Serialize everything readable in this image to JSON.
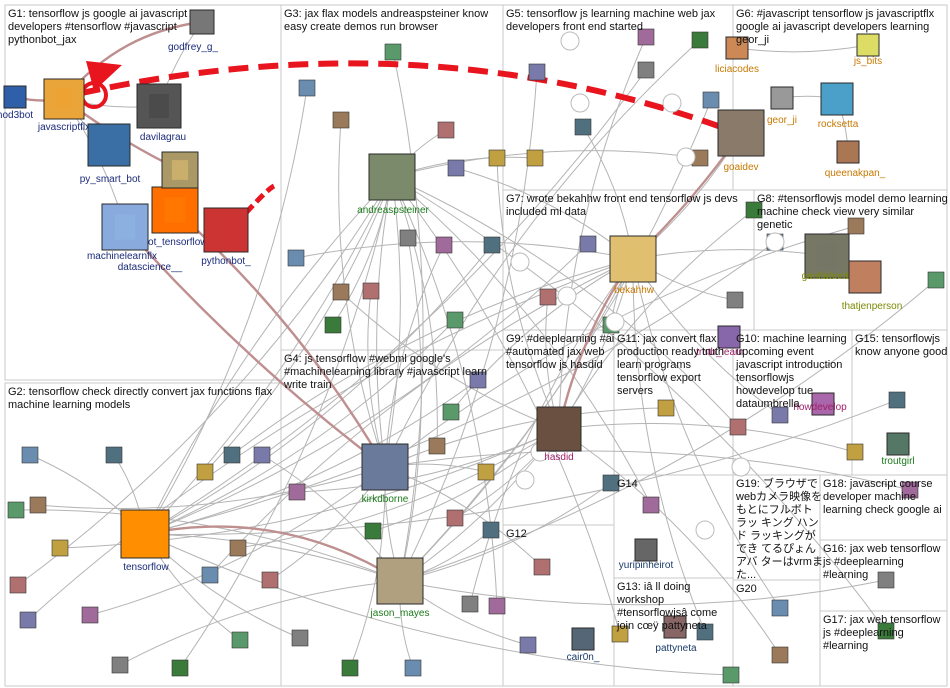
{
  "colors": {
    "edge": "#b4b4b4",
    "edge_strong": "#bf8f8f",
    "highlight": "#e8141e",
    "group_box": "#c8c8c8"
  },
  "groups": [
    {
      "id": "G1",
      "label": "G1: tensorflow js google ai javascript developers #tensorflow #javascript pythonbot_jax"
    },
    {
      "id": "G2",
      "label": "G2: tensorflow check directly convert jax functions flax machine learning models"
    },
    {
      "id": "G3",
      "label": "G3: jax flax models andreaspsteiner know easy create demos run browser"
    },
    {
      "id": "G4",
      "label": "G4: js tensorflow #webml google's #machinelearning library #javascript learn write train"
    },
    {
      "id": "G5",
      "label": "G5: tensorflow js learning machine web jax developers front end started"
    },
    {
      "id": "G6",
      "label": "G6: #javascript tensorflow js javascriptflx google ai javascript developers learning geor_ji"
    },
    {
      "id": "G7",
      "label": "G7: wrote bekahhw front end tensorflow js devs included ml data"
    },
    {
      "id": "G8",
      "label": "G8: #tensorflowjs model demo learning machine check view very similar genetic"
    },
    {
      "id": "G9",
      "label": "G9: #deeplearning #ai #automated jax web tensorflow js hasdid"
    },
    {
      "id": "G10",
      "label": "G10: machine learning upcoming event javascript introduction tensorflowjs howdevelop tue dataumbrella"
    },
    {
      "id": "G11",
      "label": "G11: jax convert flax production ready truth learn programs tensorflow export servers"
    },
    {
      "id": "G12",
      "label": "G12"
    },
    {
      "id": "G13",
      "label": "G13: iâ ll doing workshop #tensorflowjsâ come join cœÿ pattyneta"
    },
    {
      "id": "G14",
      "label": "G14"
    },
    {
      "id": "G15",
      "label": "G15: tensorflowjs know anyone good"
    },
    {
      "id": "G16",
      "label": "G16: jax web tensorflow js #deeplearning #learning"
    },
    {
      "id": "G17",
      "label": "G17: jax web tensorflow js #deeplearning #learning"
    },
    {
      "id": "G18",
      "label": "G18: javascript course developer machine learning check google ai"
    },
    {
      "id": "G19",
      "label": "G19: ブラウザで webカメラ映像を もとにフルボトラッ キング ハンド ラッキングができ てるぴょん アバ ターはvrmまた..."
    },
    {
      "id": "G20",
      "label": "G20"
    }
  ],
  "nodes": [
    {
      "id": "nod3bot",
      "label": "nod3bot",
      "color": "#2f5fa8"
    },
    {
      "id": "javascriptflx",
      "label": "javascriptflx",
      "color": "#e9a53a"
    },
    {
      "id": "godfrey_g_",
      "label": "godfrey_g_",
      "color": "#777777"
    },
    {
      "id": "davilagrau",
      "label": "davilagrau",
      "color": "#555555"
    },
    {
      "id": "py_smart_bot",
      "label": "py_smart_bot",
      "color": "#3a6fa6"
    },
    {
      "id": "pythonbot_tensorflow",
      "label": "pythonbot_tensorflow",
      "color": "#ff6f00"
    },
    {
      "id": "machinelearnflx",
      "label": "machinelearnflx",
      "color": "#88aadd"
    },
    {
      "id": "datascience__",
      "label": "datascience__",
      "color": "#aa9966"
    },
    {
      "id": "pythonbot_",
      "label": "pythonbot_",
      "color": "#cc3333"
    },
    {
      "id": "andreaspsteiner",
      "label": "andreaspsteiner",
      "color": "#7a8a6a"
    },
    {
      "id": "kirkdborne",
      "label": "kirkdborne",
      "color": "#6a7a9a"
    },
    {
      "id": "jason_mayes",
      "label": "jason_mayes",
      "color": "#b0a080"
    },
    {
      "id": "tensorflow",
      "label": "tensorflow",
      "color": "#ff8f00"
    },
    {
      "id": "goaidev",
      "label": "goaidev",
      "color": "#8a7a6a"
    },
    {
      "id": "liciacodes",
      "label": "liciacodes",
      "color": "#cc8855"
    },
    {
      "id": "js_bits",
      "label": "js_bits",
      "color": "#dddd66"
    },
    {
      "id": "geor_ji",
      "label": "geor_ji",
      "color": "#999999"
    },
    {
      "id": "rocksetta",
      "label": "rocksetta",
      "color": "#4aa0c8"
    },
    {
      "id": "queenakpan_",
      "label": "queenakpan_",
      "color": "#aa7755"
    },
    {
      "id": "bekahhw",
      "label": "bekahhw",
      "color": "#e0c070"
    },
    {
      "id": "gantlaborde",
      "label": "gantlaborde",
      "color": "#777766"
    },
    {
      "id": "thatjenperson",
      "label": "thatjenperson",
      "color": "#c08060"
    },
    {
      "id": "hasdid",
      "label": "hasdid",
      "color": "#6a5040"
    },
    {
      "id": "truth_learn",
      "label": "truth_learn",
      "color": "#8866aa"
    },
    {
      "id": "howdevelop",
      "label": "howdevelop",
      "color": "#aa66aa"
    },
    {
      "id": "troutgirl",
      "label": "troutgirl",
      "color": "#557766"
    },
    {
      "id": "yuripinheirot",
      "label": "yuripinheirot",
      "color": "#666666"
    },
    {
      "id": "pattyneta",
      "label": "pattyneta",
      "color": "#886666"
    },
    {
      "id": "cair0n_",
      "label": "cair0n_",
      "color": "#556677"
    }
  ],
  "highlight_edge": {
    "from": "goaidev",
    "to": "javascriptflx"
  }
}
